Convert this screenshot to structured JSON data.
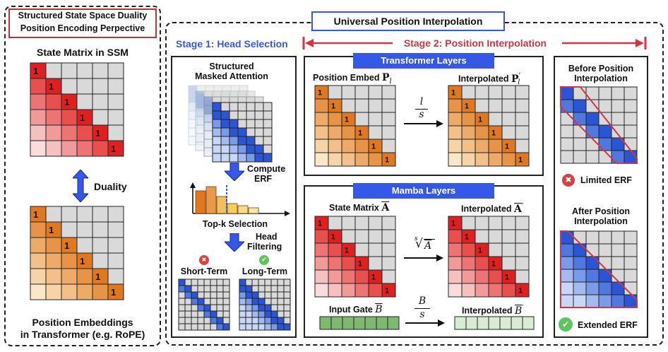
{
  "left_panel": {
    "title_line1": "Structured State Space Duality",
    "title_line2": "Position Encoding Perpective",
    "state_matrix_label": "State Matrix in SSM",
    "duality_label": "Duality",
    "pos_emb_line1": "Position Embeddings",
    "pos_emb_line2": "in Transformer (e.g. RoPE)",
    "diag_value": "1"
  },
  "header": {
    "title": "Universal Position Interpolation"
  },
  "stage1": {
    "title": "Stage 1: Head Selection",
    "sma_line1": "Structured",
    "sma_line2": "Masked Attention",
    "compute_line1": "Compute",
    "compute_line2": "ERF",
    "topk_label": "Top-k Selection",
    "head_line1": "Head",
    "head_line2": "Filtering",
    "short_term": "Short-Term",
    "long_term": "Long-Term"
  },
  "stage2": {
    "title": "Stage 2: Position Interpolation",
    "transformer_banner": "Transformer Layers",
    "pos_embed_text": "Position Embed",
    "pos_embed_math": "P",
    "pos_embed_sub": "l",
    "interp_text": "Interpolated",
    "interp_math": "P",
    "interp_sup": "′",
    "interp_sub": "l",
    "frac_l_num": "l",
    "frac_l_den": "s",
    "mamba_banner": "Mamba Layers",
    "state_matrix_text": "State Matrix",
    "state_matrix_math": "A",
    "interp_a_text": "Interpolated",
    "interp_a_math": "A",
    "interp_a_sup": "′",
    "root_index": "s",
    "root_arg": "A",
    "input_gate_text": "Input Gate",
    "input_gate_math": "B",
    "interp_b_text": "Interpolated",
    "interp_b_math": "B",
    "interp_b_sup": "′",
    "frac_b_num": "B",
    "frac_b_den": "s"
  },
  "erf_panel": {
    "before_line1": "Before Position",
    "before_line2": "Interpolation",
    "limited": "Limited ERF",
    "after_line1": "After Position",
    "after_line2": "Interpolation",
    "extended": "Extended ERF",
    "cross_glyph": "✖",
    "check_glyph": "✔"
  },
  "colors": {
    "accent_blue": "#3558e6",
    "title_red_border": "#c0303a",
    "stage2_red": "#d43444",
    "orange_dark": "#e07820",
    "red_dark": "#e02020",
    "blue_dark": "#2a55d6",
    "green": "#5cc65c",
    "gate_green": "#7fb870"
  }
}
